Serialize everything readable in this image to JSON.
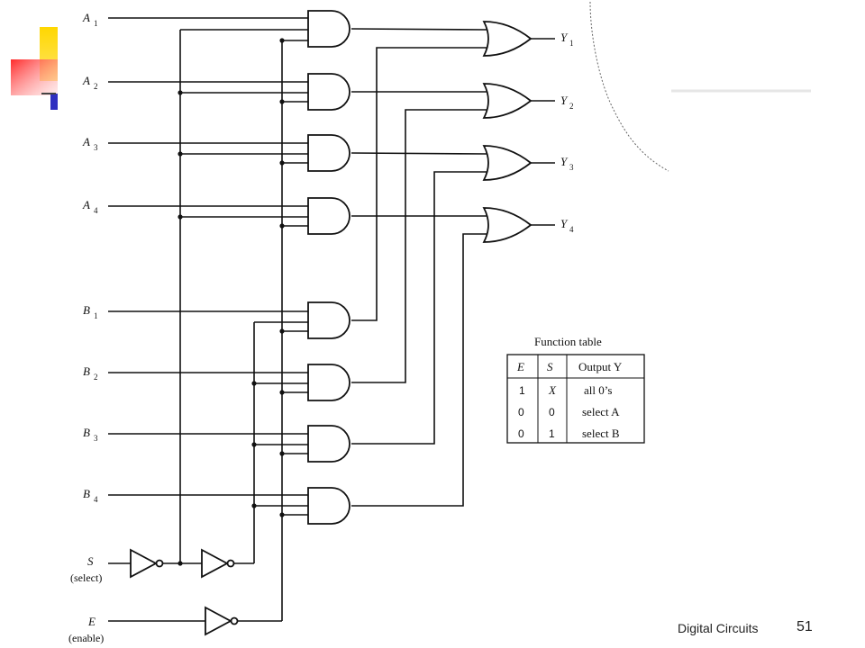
{
  "inputs": {
    "a": [
      {
        "letter": "A",
        "sub": "1"
      },
      {
        "letter": "A",
        "sub": "2"
      },
      {
        "letter": "A",
        "sub": "3"
      },
      {
        "letter": "A",
        "sub": "4"
      }
    ],
    "b": [
      {
        "letter": "B",
        "sub": "1"
      },
      {
        "letter": "B",
        "sub": "2"
      },
      {
        "letter": "B",
        "sub": "3"
      },
      {
        "letter": "B",
        "sub": "4"
      }
    ],
    "s": {
      "letter": "S",
      "caption": "(select)"
    },
    "e": {
      "letter": "E",
      "caption": "(enable)"
    }
  },
  "outputs": [
    {
      "letter": "Y",
      "sub": "1"
    },
    {
      "letter": "Y",
      "sub": "2"
    },
    {
      "letter": "Y",
      "sub": "3"
    },
    {
      "letter": "Y",
      "sub": "4"
    }
  ],
  "function_table": {
    "title": "Function table",
    "headers": [
      "E",
      "S",
      "Output Y"
    ],
    "rows": [
      {
        "e": "1",
        "s": "X",
        "out": "all 0’s"
      },
      {
        "e": "0",
        "s": "0",
        "out": "select A"
      },
      {
        "e": "0",
        "s": "1",
        "out": "select B"
      }
    ]
  },
  "footer": {
    "title": "Digital Circuits",
    "page": "51"
  },
  "colors": {
    "logo_yellow": "#FFD700",
    "logo_red": "#FF3030",
    "logo_blue": "#3030C0",
    "ink": "#111111"
  }
}
